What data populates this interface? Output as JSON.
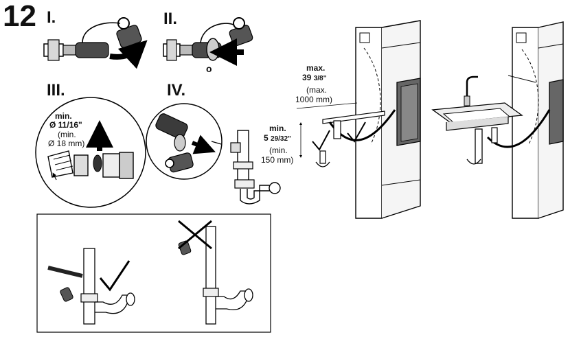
{
  "step": {
    "number": "12"
  },
  "panels": {
    "p1": {
      "label": "I."
    },
    "p2": {
      "label": "II.",
      "marker": "o"
    },
    "p3": {
      "label": "III.",
      "dim_main": "min.",
      "dim_val": "Ø 11/16\"",
      "dim_alt1": "(min.",
      "dim_alt2": "Ø 18 mm)"
    },
    "p4": {
      "label": "IV."
    }
  },
  "dims": {
    "max_title": "max.",
    "max_whole": "39",
    "max_frac": "3/8\"",
    "max_alt1": "(max.",
    "max_alt2": "1000 mm)",
    "min_title": "min.",
    "min_whole": "5",
    "min_frac": "29/32\"",
    "min_alt1": "(min.",
    "min_alt2": "150 mm)"
  }
}
